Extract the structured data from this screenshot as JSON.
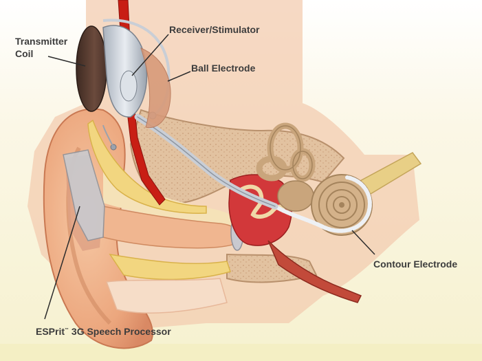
{
  "labels": {
    "transmitter_coil_line1": "Transmitter",
    "transmitter_coil_line2": "Coil",
    "receiver_stimulator": "Receiver/Stimulator",
    "ball_electrode": "Ball Electrode",
    "contour_electrode": "Contour Electrode",
    "speech_processor_brand": "ESPrit",
    "speech_processor_trademark": "™",
    "speech_processor_rest": " 3G Speech Processor"
  },
  "colors": {
    "background": "#fbf8e4",
    "label_text": "#3c3c3c",
    "leader_line": "#2c2c2c",
    "skin": "#f0b48c",
    "bone": "#e3c39f",
    "fat": "#f2d680",
    "artery": "#c81e14",
    "cochlea": "#c9a57c",
    "device": "#cdd3dc"
  }
}
